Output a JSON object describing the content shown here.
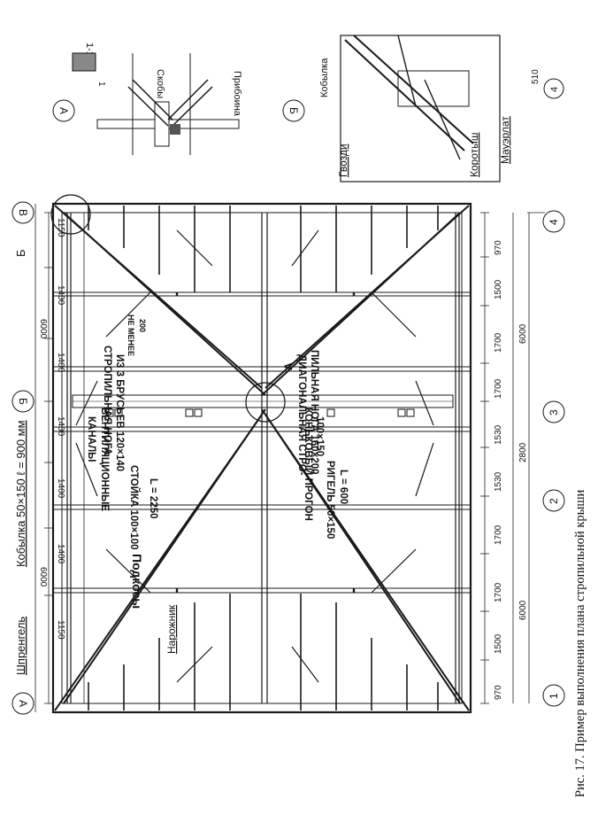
{
  "caption": "Рис. 17. Пример выполнения плана стропильной крыши",
  "axes_bottom": [
    "1",
    "2",
    "3",
    "4"
  ],
  "axes_left": [
    "В",
    "Б",
    "А"
  ],
  "dims_bottom_small": [
    "970",
    "1500",
    "1700",
    "1700",
    "1530",
    "1530",
    "1700",
    "1700",
    "1500",
    "970"
  ],
  "dims_bottom_mid": [
    "6000",
    "2800",
    "6000"
  ],
  "dims_left_small": [
    "1150",
    "1400",
    "1400",
    "1400",
    "1400",
    "1400",
    "1150"
  ],
  "dims_left_mid": [
    "6000",
    "6000"
  ],
  "labels": {
    "kobylka_top": "Кобылка 50×150 ℓ = 900 мм",
    "shprengel": "Шпренгель",
    "narozhnik": "Нарожник",
    "podkosy": "Подкосы",
    "stoyka": "СТОЙКА 100×100",
    "stoyka_len": "L = 2250",
    "rigel": "РИГЕЛЬ 50×150",
    "rigel_len": "L = 600",
    "vent": "ВЕНТИЛЯЦИОННЫЕ",
    "vent2": "КАНАЛЫ",
    "konek": "КОНЬКОВЫЙ ПРОГОН",
    "konek_size": "100×150",
    "stropil": "СТРОПИЛЬНАЯ НОГА",
    "stropil2": "ИЗ 3 БРУСЬЕВ 120×140",
    "diag": "ДИАГОНАЛЬНАЯ СТРО-",
    "diag2": "ПИЛЬНАЯ НОГА 160×200",
    "nemenee": "НЕ МЕНЕЕ",
    "nemenee_val": "200",
    "mark_a": "А",
    "mark_b": "Б",
    "detail_a": "А",
    "detail_b": "Б",
    "skoby": "Скобы",
    "pribojna": "Прибоина",
    "section": "1-1",
    "sec_mark": "1",
    "kobylka_b": "Кобылка",
    "gvozdi": "Гвозди",
    "korotysh": "Коротыш",
    "mauerlat": "Мауэрлат",
    "dim_510": "510",
    "axis4_b": "4"
  }
}
